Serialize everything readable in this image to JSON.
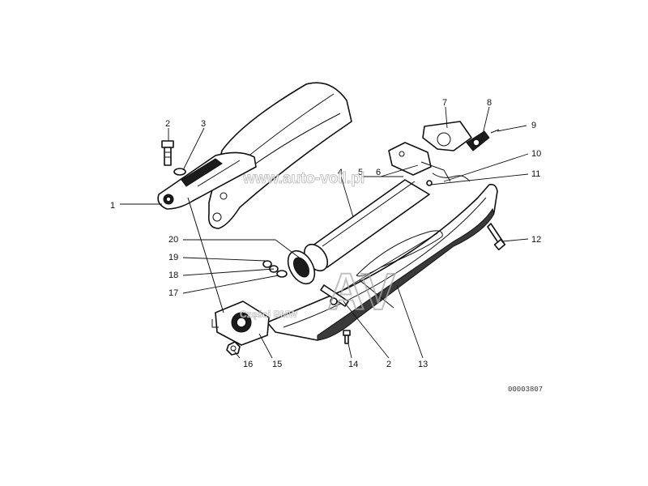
{
  "callouts": [
    {
      "id": "c1",
      "text": "1"
    },
    {
      "id": "c2a",
      "text": "2"
    },
    {
      "id": "c3",
      "text": "3"
    },
    {
      "id": "c4",
      "text": "4"
    },
    {
      "id": "c5",
      "text": "5"
    },
    {
      "id": "c6",
      "text": "6"
    },
    {
      "id": "c7",
      "text": "7"
    },
    {
      "id": "c8",
      "text": "8"
    },
    {
      "id": "c9",
      "text": "9"
    },
    {
      "id": "c10",
      "text": "10"
    },
    {
      "id": "c11",
      "text": "11"
    },
    {
      "id": "c12",
      "text": "12"
    },
    {
      "id": "c20",
      "text": "20"
    },
    {
      "id": "c19",
      "text": "19"
    },
    {
      "id": "c18",
      "text": "18"
    },
    {
      "id": "c17",
      "text": "17"
    },
    {
      "id": "c16",
      "text": "16"
    },
    {
      "id": "c15",
      "text": "15"
    },
    {
      "id": "c14",
      "text": "14"
    },
    {
      "id": "c2b",
      "text": "2"
    },
    {
      "id": "c13",
      "text": "13"
    }
  ],
  "watermarks": {
    "site": "www.auto-voll.pl",
    "logo": "AV",
    "caption": "Części BMW"
  },
  "diagram_code": "00003807"
}
